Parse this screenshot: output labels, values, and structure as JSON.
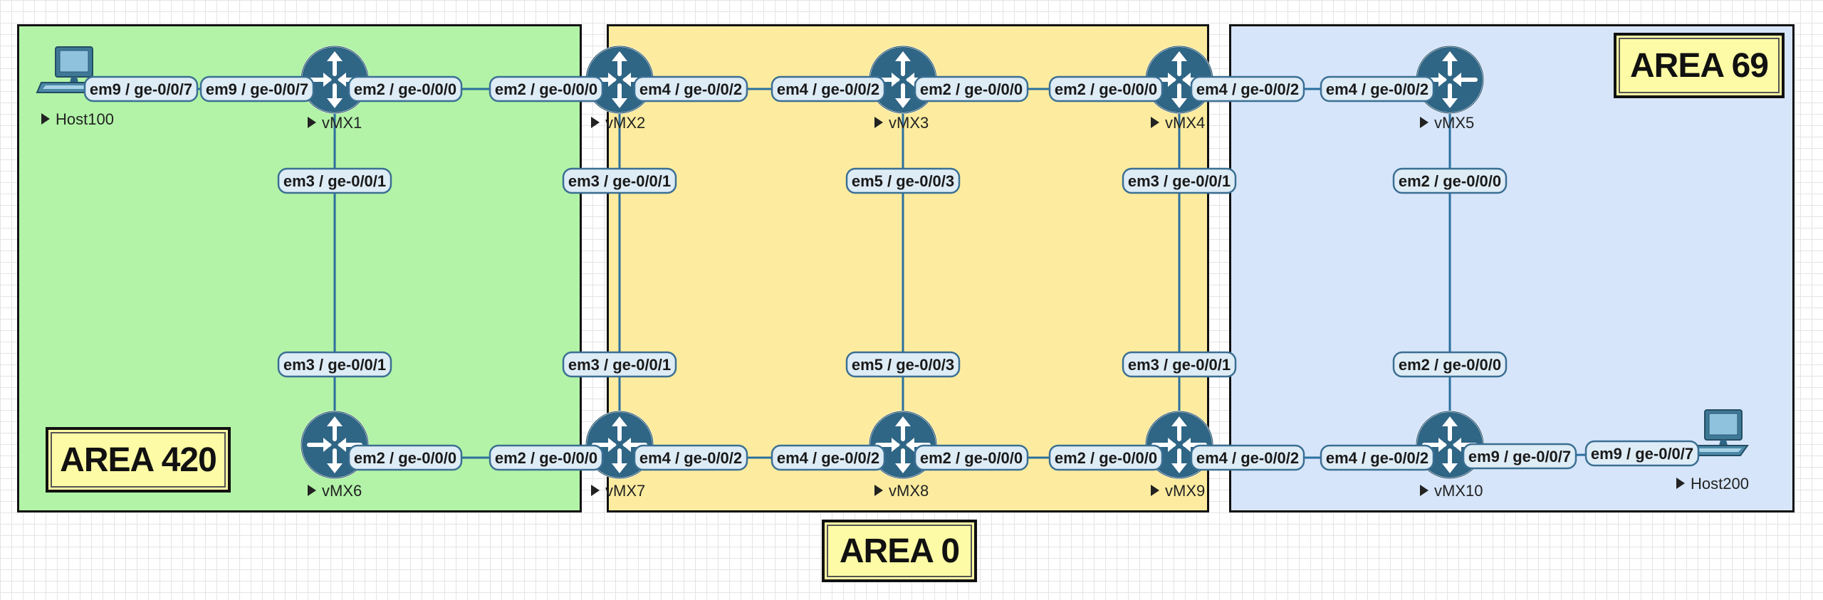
{
  "areas": [
    {
      "id": "left",
      "label": "AREA 420",
      "color": "#b2f3a7"
    },
    {
      "id": "mid",
      "label": "AREA 0",
      "color": "#fdec9f"
    },
    {
      "id": "right",
      "label": "AREA 69",
      "color": "#d6e5fa"
    }
  ],
  "colors": {
    "link": "#2b6f9e",
    "router": "#2f6585",
    "pill_fill": "#deecf6",
    "pill_stroke": "#3b6f93"
  },
  "nodes": [
    {
      "id": "host100",
      "label": "Host100",
      "icon": "computer-icon"
    },
    {
      "id": "vmx1",
      "label": "vMX1",
      "icon": "router-icon"
    },
    {
      "id": "vmx2",
      "label": "vMX2",
      "icon": "router-icon"
    },
    {
      "id": "vmx3",
      "label": "vMX3",
      "icon": "router-icon"
    },
    {
      "id": "vmx4",
      "label": "vMX4",
      "icon": "router-icon"
    },
    {
      "id": "vmx5",
      "label": "vMX5",
      "icon": "router-icon"
    },
    {
      "id": "vmx6",
      "label": "vMX6",
      "icon": "router-icon"
    },
    {
      "id": "vmx7",
      "label": "vMX7",
      "icon": "router-icon"
    },
    {
      "id": "vmx8",
      "label": "vMX8",
      "icon": "router-icon"
    },
    {
      "id": "vmx9",
      "label": "vMX9",
      "icon": "router-icon"
    },
    {
      "id": "vmx10",
      "label": "vMX10",
      "icon": "router-icon"
    },
    {
      "id": "host200",
      "label": "Host200",
      "icon": "computer-icon"
    }
  ],
  "links": [
    {
      "a": "host100",
      "b": "vmx1",
      "a_if": "em9 / ge-0/0/7",
      "b_if": "em9 / ge-0/0/7"
    },
    {
      "a": "vmx1",
      "b": "vmx2",
      "a_if": "em2 / ge-0/0/0",
      "b_if": "em2 / ge-0/0/0"
    },
    {
      "a": "vmx2",
      "b": "vmx3",
      "a_if": "em4 / ge-0/0/2",
      "b_if": "em4 / ge-0/0/2"
    },
    {
      "a": "vmx3",
      "b": "vmx4",
      "a_if": "em2 / ge-0/0/0",
      "b_if": "em2 / ge-0/0/0"
    },
    {
      "a": "vmx4",
      "b": "vmx5",
      "a_if": "em4 / ge-0/0/2",
      "b_if": "em4 / ge-0/0/2"
    },
    {
      "a": "vmx6",
      "b": "vmx7",
      "a_if": "em2 / ge-0/0/0",
      "b_if": "em2 / ge-0/0/0"
    },
    {
      "a": "vmx7",
      "b": "vmx8",
      "a_if": "em4 / ge-0/0/2",
      "b_if": "em4 / ge-0/0/2"
    },
    {
      "a": "vmx8",
      "b": "vmx9",
      "a_if": "em2 / ge-0/0/0",
      "b_if": "em2 / ge-0/0/0"
    },
    {
      "a": "vmx9",
      "b": "vmx10",
      "a_if": "em4 / ge-0/0/2",
      "b_if": "em4 / ge-0/0/2"
    },
    {
      "a": "vmx10",
      "b": "host200",
      "a_if": "em9 / ge-0/0/7",
      "b_if": "em9 / ge-0/0/7"
    },
    {
      "a": "vmx1",
      "b": "vmx6",
      "a_if": "em3 / ge-0/0/1",
      "b_if": "em3 / ge-0/0/1"
    },
    {
      "a": "vmx2",
      "b": "vmx7",
      "a_if": "em3 / ge-0/0/1",
      "b_if": "em3 / ge-0/0/1"
    },
    {
      "a": "vmx3",
      "b": "vmx8",
      "a_if": "em5 / ge-0/0/3",
      "b_if": "em5 / ge-0/0/3"
    },
    {
      "a": "vmx4",
      "b": "vmx9",
      "a_if": "em3 / ge-0/0/1",
      "b_if": "em3 / ge-0/0/1"
    },
    {
      "a": "vmx5",
      "b": "vmx10",
      "a_if": "em2 / ge-0/0/0",
      "b_if": "em2 / ge-0/0/0"
    }
  ]
}
